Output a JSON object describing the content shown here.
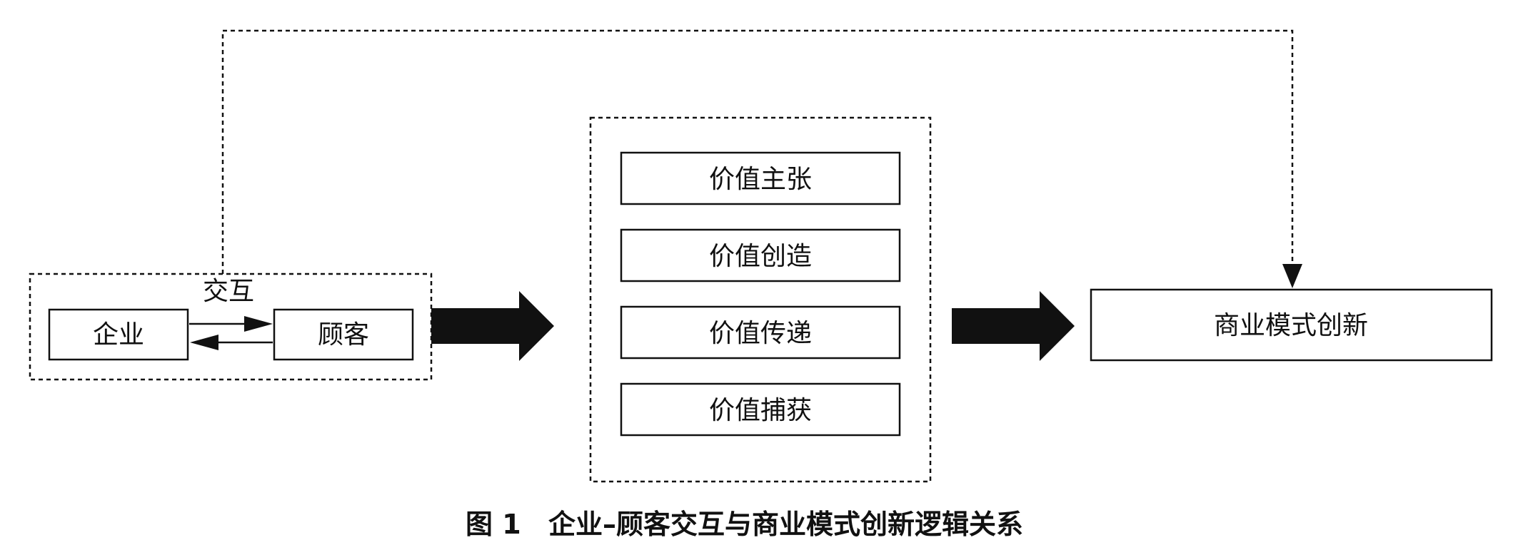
{
  "interaction": {
    "label": "交互",
    "enterprise": "企业",
    "customer": "顾客"
  },
  "value_chain": {
    "items": [
      "价值主张",
      "价值创造",
      "价值传递",
      "价值捕获"
    ]
  },
  "outcome": {
    "label": "商业模式创新"
  },
  "caption": {
    "number": "图 1",
    "title": "企业–顾客交互与商业模式创新逻辑关系"
  }
}
